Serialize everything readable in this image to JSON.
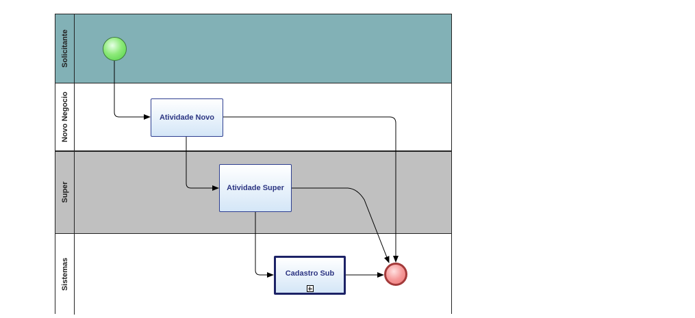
{
  "lanes": {
    "solicitante": "Solicitante",
    "novo_negocio": "Novo Negocio",
    "super": "Super",
    "sistemas": "Sistemas"
  },
  "tasks": {
    "atividade_novo": "Atividade Novo",
    "atividade_super": "Atividade Super",
    "cadastro_sub": "Cadastro Sub"
  },
  "colors": {
    "lane_solicitante": "#82b1b6",
    "lane_super": "#c0c0c0",
    "task_border": "#2c3d8f",
    "start_event": "#4fcf45",
    "end_event": "#ee7474"
  },
  "icons": {
    "subprocess_marker": "plus-square-icon"
  }
}
